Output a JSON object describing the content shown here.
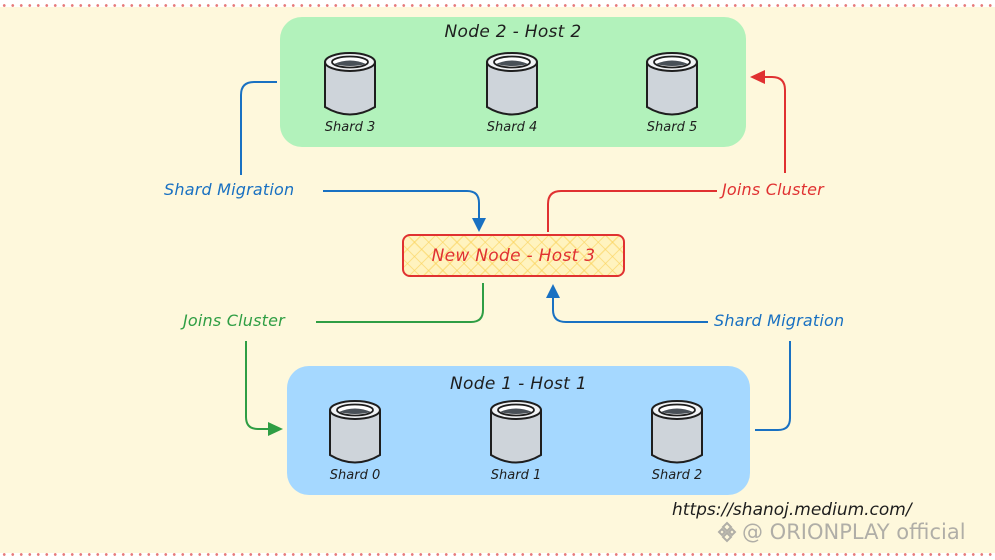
{
  "diagram": {
    "node2": {
      "title": "Node 2 - Host 2",
      "color": "#b2f2bb",
      "shards": [
        "Shard 3",
        "Shard 4",
        "Shard 5"
      ]
    },
    "node1": {
      "title": "Node 1 - Host 1",
      "color": "#a5d8ff",
      "shards": [
        "Shard 0",
        "Shard 1",
        "Shard 2"
      ]
    },
    "new_node": {
      "title": "New Node - Host 3",
      "border_color": "#e03131",
      "fill_color": "#fff3bf"
    },
    "edges": [
      {
        "label": "Shard Migration",
        "from": "Node 2 - Host 2",
        "to": "New Node - Host 3",
        "color": "#1971c2"
      },
      {
        "label": "Joins Cluster",
        "from": "New Node - Host 3",
        "to": "Node 2 - Host 2",
        "color": "#e03131"
      },
      {
        "label": "Joins Cluster",
        "from": "New Node - Host 3",
        "to": "Node 1 - Host 1",
        "color": "#2f9e44"
      },
      {
        "label": "Shard Migration",
        "from": "Node 1 - Host 1",
        "to": "New Node - Host 3",
        "color": "#1971c2"
      }
    ]
  },
  "footer": {
    "url": "https://shanoj.medium.com/",
    "watermark": "@ ORIONPLAY official",
    "watermark_icon": "diamond-logo-icon"
  },
  "colors": {
    "background": "#fef8dc",
    "border_dots": "#e77b7b",
    "shard_fill": "#ced4da"
  }
}
